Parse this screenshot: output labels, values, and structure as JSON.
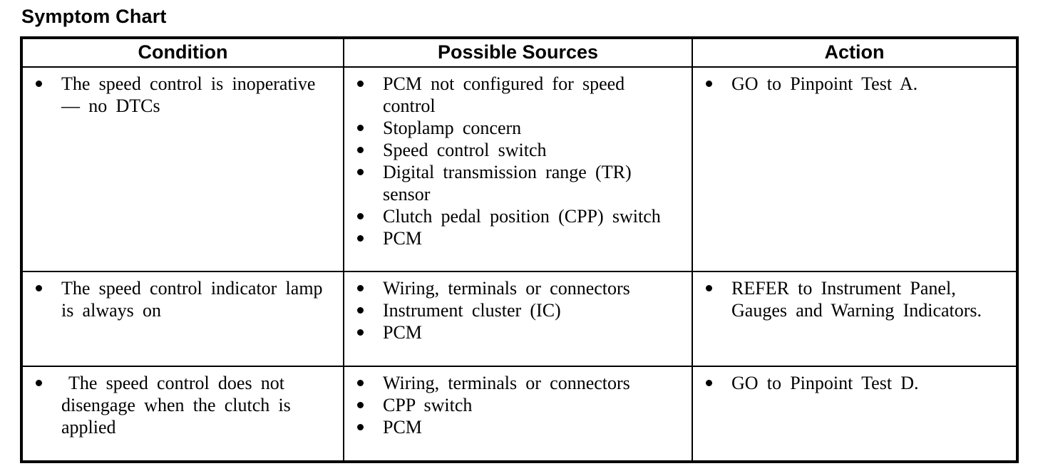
{
  "page": {
    "title": "Symptom Chart"
  },
  "colors": {
    "text": "#000000",
    "background": "#ffffff",
    "table_border": "#000000"
  },
  "table": {
    "headers": {
      "condition": "Condition",
      "sources": "Possible Sources",
      "action": "Action"
    },
    "rows": [
      {
        "condition": [
          "The speed control is inoperative — no DTCs"
        ],
        "sources": [
          "PCM not configured for speed control",
          "Stoplamp concern",
          "Speed control switch",
          "Digital transmission range (TR) sensor",
          "Clutch pedal position (CPP) switch",
          "PCM"
        ],
        "action": [
          "GO to Pinpoint Test A."
        ]
      },
      {
        "condition": [
          "The speed control indicator lamp is always on"
        ],
        "sources": [
          "Wiring, terminals or connectors",
          "Instrument cluster (IC)",
          "PCM"
        ],
        "action": [
          "REFER to Instrument Panel, Gauges and Warning Indicators."
        ]
      },
      {
        "condition": [
          "The speed control does not disengage when the clutch is applied"
        ],
        "sources": [
          "Wiring, terminals or connectors",
          "CPP switch",
          "PCM"
        ],
        "action": [
          "GO to Pinpoint Test D."
        ]
      }
    ]
  }
}
